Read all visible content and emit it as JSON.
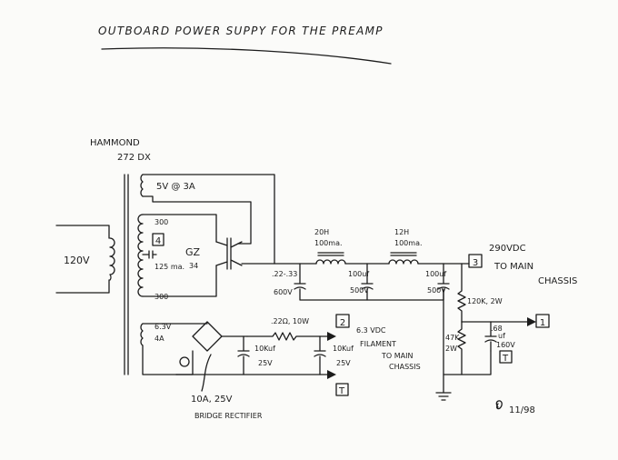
{
  "title": "OUTBOARD POWER SUPPY FOR THE PREAMP",
  "transformer": {
    "maker": "HAMMOND",
    "model": "272 DX",
    "primary": "120V",
    "fil_winding": "5V @ 3A",
    "hv_top": "300",
    "hv_bottom": "300",
    "hv_current": "125 ma.",
    "ct_tag": "4",
    "heater_winding": [
      "6.3V",
      "4A"
    ]
  },
  "rectifier": {
    "tube": [
      "GZ",
      "34"
    ]
  },
  "filter": {
    "c1": [
      ".22-.33",
      "600V"
    ],
    "l1": [
      "20H",
      "100ma."
    ],
    "c2": [
      "100uf",
      "500V"
    ],
    "l2": [
      "12H",
      "100ma."
    ],
    "c3": [
      "100uf",
      "500V"
    ]
  },
  "outputs": {
    "b_plus": "290VDC",
    "b_plus_tag": "3",
    "b_plus_dest": [
      "TO MAIN",
      "CHASSIS"
    ],
    "r_series": "120K, 2W",
    "r_shunt": [
      "47K",
      "2W"
    ],
    "out1_tag": "1",
    "c_out": [
      ".68",
      "uf",
      "160V"
    ],
    "out_t": "T",
    "fil_tag": "2",
    "fil_desc": [
      "6.3 VDC",
      "FILAMENT",
      "TO MAIN",
      "CHASSIS"
    ],
    "fil_t": "T"
  },
  "dc_heater": {
    "resistor": ".22Ω, 10W",
    "c1": [
      "10Kuf",
      "25V"
    ],
    "c2": [
      "10Kuf",
      "25V"
    ],
    "bridge": [
      "10A, 25V",
      "BRIDGE RECTIFIER"
    ]
  },
  "signature": "11/98"
}
